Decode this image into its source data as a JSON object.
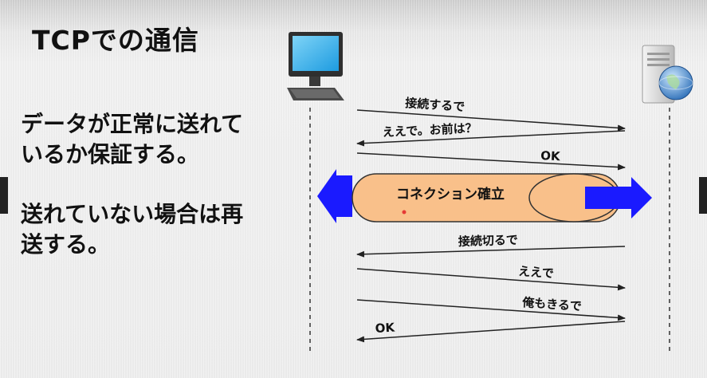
{
  "slide": {
    "title": "TCPでの通信",
    "text1": "データが正常に送れて\nいるか保証する。",
    "text2": "送れていない場合は再\n送する。"
  },
  "diagram": {
    "left_host_icon": "desktop-computer-icon",
    "right_host_icon": "server-globe-icon",
    "messages": [
      {
        "label": "接続するで",
        "direction": "right"
      },
      {
        "label": "ええで。お前は？",
        "direction": "left"
      },
      {
        "label": "OK",
        "direction": "right"
      },
      {
        "label": "接続切るで",
        "direction": "left"
      },
      {
        "label": "ええで",
        "direction": "right"
      },
      {
        "label": "俺もきるで",
        "direction": "right"
      },
      {
        "label": "OK",
        "direction": "left"
      }
    ],
    "connection_label": "コネクション確立"
  },
  "colors": {
    "band_fill": "#f9c08a",
    "band_arrow": "#1a1aff",
    "title_text": "#111111",
    "accent_dot": "#e53935"
  }
}
